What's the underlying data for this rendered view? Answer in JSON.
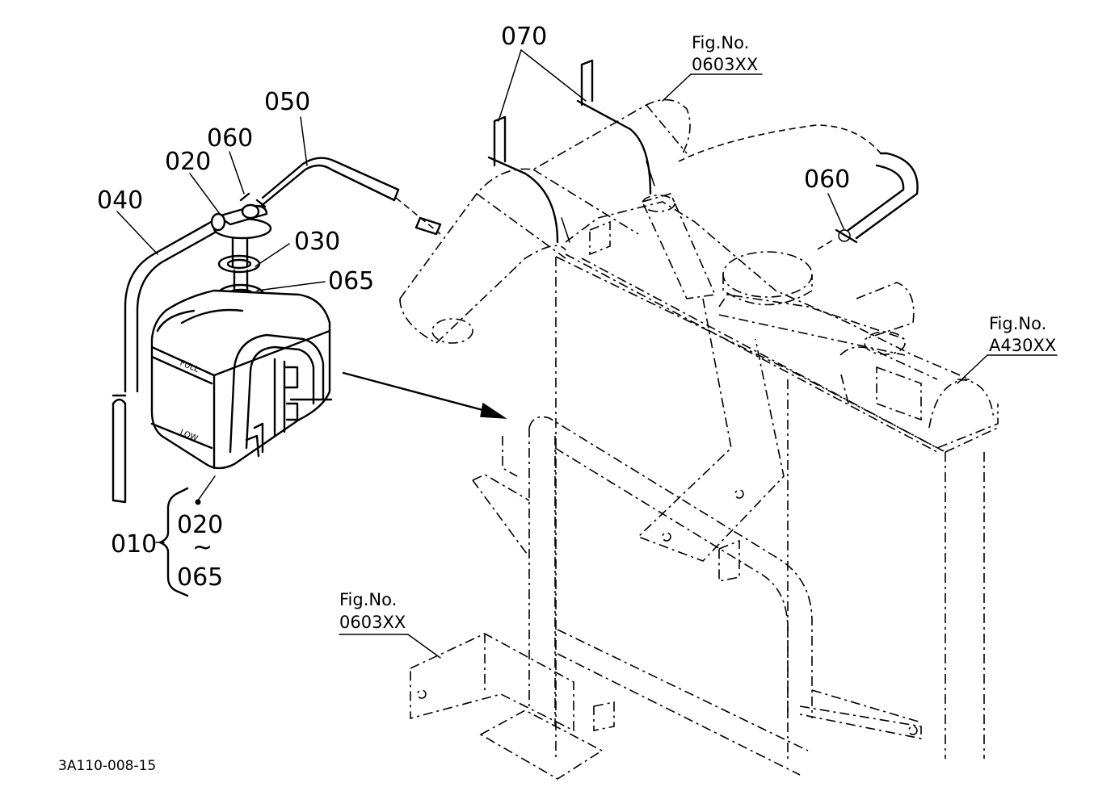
{
  "diagram_code": "3A110-008-15",
  "callouts": {
    "p070": "070",
    "p050": "050",
    "p060_left": "060",
    "p020_top": "020",
    "p040": "040",
    "p030": "030",
    "p065_right": "065",
    "p060_right": "060",
    "p010": "010",
    "p020_range": "020",
    "range_sep": "~",
    "p065_range": "065"
  },
  "figure_refs": {
    "top": {
      "label": "Fig.No.",
      "number": "0603XX"
    },
    "right": {
      "label": "Fig.No.",
      "number": "A430XX"
    },
    "bottom": {
      "label": "Fig.No.",
      "number": "0603XX"
    }
  },
  "tank_marks": {
    "full": "FULL",
    "low": "LOW"
  }
}
